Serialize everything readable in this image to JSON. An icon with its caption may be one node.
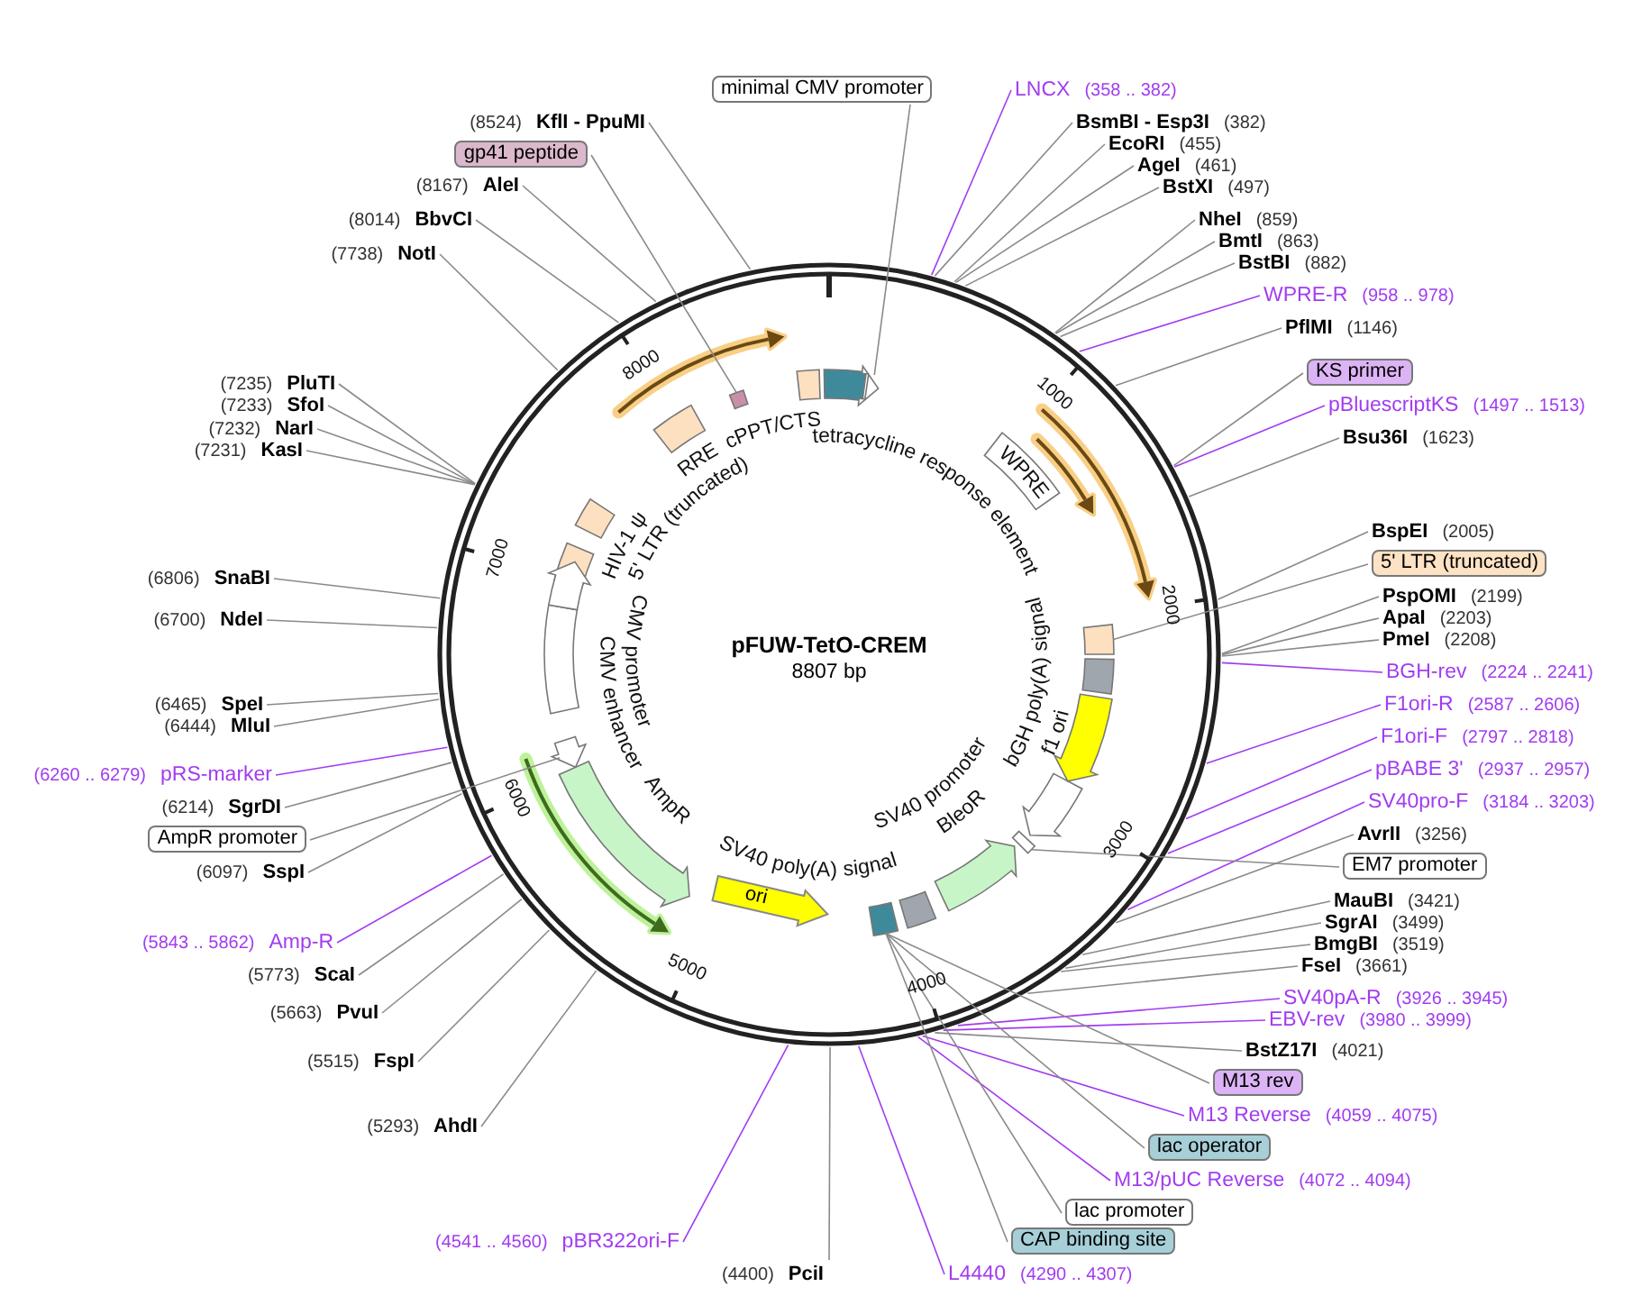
{
  "diagram": {
    "title": "pFUW-TetO-CREM",
    "nodes": [
      {
        "text": [
          "(8524)",
          "KflI - PpuMI"
        ]
      },
      {
        "text": [
          "gp41 peptide"
        ]
      },
      {
        "text": [
          "(8167)",
          "AleI"
        ]
      },
      {
        "text": [
          "(8014)",
          "BbvCI"
        ]
      },
      {
        "text": [
          "(7738)",
          "NotI"
        ]
      },
      {
        "text": [
          "(7235)",
          "PluTI"
        ]
      },
      {
        "text": [
          "(7233)",
          "SfoI"
        ]
      },
      {
        "text": [
          "(7232)",
          "NarI"
        ]
      },
      {
        "text": [
          "(7231)",
          "KasI"
        ]
      },
      {
        "text": [
          "(6806)",
          "SnaBI"
        ]
      },
      {
        "text": [
          "(6700)",
          "NdeI"
        ]
      },
      {
        "text": [
          "(6465)",
          "SpeI"
        ]
      },
      {
        "text": [
          "(6444)",
          "MluI"
        ]
      },
      {
        "text": [
          "(6260 .. 6279)",
          "pRS-marker"
        ]
      },
      {
        "text": [
          "(6214)",
          "SgrDI"
        ]
      },
      {
        "text": [
          "AmpR promoter"
        ]
      },
      {
        "text": [
          "(6097)",
          "SspI"
        ]
      },
      {
        "text": [
          "(5843 .. 5862)",
          "Amp-R"
        ]
      },
      {
        "text": [
          "(5773)",
          "ScaI"
        ]
      },
      {
        "text": [
          "(5663)",
          "PvuI"
        ]
      },
      {
        "text": [
          "(5515)",
          "FspI"
        ]
      },
      {
        "text": [
          "(5293)",
          "AhdI"
        ]
      },
      {
        "text": [
          "(4541 .. 4560)",
          "pBR322ori-F"
        ]
      },
      {
        "text": [
          "(4400)",
          "PciI"
        ]
      },
      {
        "text": [
          "L4440",
          "(4290 .. 4307)"
        ]
      },
      {
        "text": [
          "minimal CMV promoter"
        ]
      },
      {
        "text": [
          "LNCX",
          "(358 .. 382)"
        ]
      },
      {
        "text": [
          "BsmBI - Esp3I",
          "(382)"
        ]
      },
      {
        "text": [
          "EcoRI",
          "(455)"
        ]
      },
      {
        "text": [
          "AgeI",
          "(461)"
        ]
      },
      {
        "text": [
          "BstXI",
          "(497)"
        ]
      },
      {
        "text": [
          "NheI",
          "(859)"
        ]
      },
      {
        "text": [
          "BmtI",
          "(863)"
        ]
      },
      {
        "text": [
          "BstBI",
          "(882)"
        ]
      },
      {
        "text": [
          "WPRE-R",
          "(958 .. 978)"
        ]
      },
      {
        "text": [
          "PflMI",
          "(1146)"
        ]
      },
      {
        "text": [
          "KS primer"
        ]
      },
      {
        "text": [
          "pBluescriptKS",
          "(1497 .. 1513)"
        ]
      },
      {
        "text": [
          "Bsu36I",
          "(1623)"
        ]
      },
      {
        "text": [
          "BspEI",
          "(2005)"
        ]
      },
      {
        "text": [
          "5' LTR (truncated)"
        ]
      },
      {
        "text": [
          "PspOMI",
          "(2199)"
        ]
      },
      {
        "text": [
          "ApaI",
          "(2203)"
        ]
      },
      {
        "text": [
          "PmeI",
          "(2208)"
        ]
      },
      {
        "text": [
          "BGH-rev",
          "(2224 .. 2241)"
        ]
      },
      {
        "text": [
          "F1ori-R",
          "(2587 .. 2606)"
        ]
      },
      {
        "text": [
          "F1ori-F",
          "(2797 .. 2818)"
        ]
      },
      {
        "text": [
          "pBABE 3'",
          "(2937 .. 2957)"
        ]
      },
      {
        "text": [
          "SV40pro-F",
          "(3184 .. 3203)"
        ]
      },
      {
        "text": [
          "AvrII",
          "(3256)"
        ]
      },
      {
        "text": [
          "EM7 promoter"
        ]
      },
      {
        "text": [
          "MauBI",
          "(3421)"
        ]
      },
      {
        "text": [
          "SgrAI",
          "(3499)"
        ]
      },
      {
        "text": [
          "BmgBI",
          "(3519)"
        ]
      },
      {
        "text": [
          "FseI",
          "(3661)"
        ]
      },
      {
        "text": [
          "SV40pA-R",
          "(3926 .. 3945)"
        ]
      },
      {
        "text": [
          "EBV-rev",
          "(3980 .. 3999)"
        ]
      },
      {
        "text": [
          "BstZ17I",
          "(4021)"
        ]
      },
      {
        "text": [
          "M13 rev"
        ]
      },
      {
        "text": [
          "M13 Reverse",
          "(4059 .. 4075)"
        ]
      },
      {
        "text": [
          "lac operator"
        ]
      },
      {
        "text": [
          "M13/pUC Reverse",
          "(4072 .. 4094)"
        ]
      },
      {
        "text": [
          "lac promoter"
        ]
      },
      {
        "text": [
          "CAP binding site"
        ]
      },
      {
        "text": [
          "ori"
        ]
      },
      {
        "text": [],
        "shape": "box"
      },
      {
        "text": [],
        "shape": "arrow"
      },
      {
        "text": [],
        "shape": "arrow"
      },
      {
        "text": [],
        "shape": "box"
      },
      {
        "text": [],
        "shape": "box"
      },
      {
        "text": [],
        "shape": "box"
      }
    ],
    "edges": [
      {
        "from": 0,
        "to": null,
        "arrow": "none"
      },
      {
        "from": 1,
        "to": 65,
        "arrow": "none"
      },
      {
        "from": 2,
        "to": null,
        "arrow": "none"
      },
      {
        "from": 3,
        "to": null,
        "arrow": "none"
      },
      {
        "from": 4,
        "to": null,
        "arrow": "none"
      },
      {
        "from": 5,
        "to": null,
        "arrow": "none"
      },
      {
        "from": 6,
        "to": null,
        "arrow": "none"
      },
      {
        "from": 7,
        "to": null,
        "arrow": "none"
      },
      {
        "from": 8,
        "to": null,
        "arrow": "none"
      },
      {
        "from": 9,
        "to": null,
        "arrow": "none"
      },
      {
        "from": 10,
        "to": null,
        "arrow": "none"
      },
      {
        "from": 11,
        "to": null,
        "arrow": "none"
      },
      {
        "from": 12,
        "to": null,
        "arrow": "none"
      },
      {
        "from": 13,
        "to": null,
        "arrow": "none",
        "color": "#a23cf0"
      },
      {
        "from": 14,
        "to": null,
        "arrow": "none"
      },
      {
        "from": 15,
        "to": 66,
        "arrow": "none"
      },
      {
        "from": 16,
        "to": null,
        "arrow": "none"
      },
      {
        "from": 17,
        "to": null,
        "arrow": "none",
        "color": "#a23cf0"
      },
      {
        "from": 18,
        "to": null,
        "arrow": "none"
      },
      {
        "from": 19,
        "to": null,
        "arrow": "none"
      },
      {
        "from": 20,
        "to": null,
        "arrow": "none"
      },
      {
        "from": 21,
        "to": null,
        "arrow": "none"
      },
      {
        "from": 22,
        "to": null,
        "arrow": "none",
        "color": "#a23cf0"
      },
      {
        "from": 23,
        "to": null,
        "arrow": "none"
      },
      {
        "from": 24,
        "to": null,
        "arrow": "none",
        "color": "#a23cf0"
      },
      {
        "from": 25,
        "to": 67,
        "arrow": "none"
      },
      {
        "from": 26,
        "to": null,
        "arrow": "none",
        "color": "#a23cf0"
      },
      {
        "from": 27,
        "to": null,
        "arrow": "none"
      },
      {
        "from": 28,
        "to": null,
        "arrow": "none"
      },
      {
        "from": 29,
        "to": null,
        "arrow": "none"
      },
      {
        "from": 30,
        "to": null,
        "arrow": "none"
      },
      {
        "from": 31,
        "to": null,
        "arrow": "none"
      },
      {
        "from": 32,
        "to": null,
        "arrow": "none"
      },
      {
        "from": 33,
        "to": null,
        "arrow": "none"
      },
      {
        "from": 34,
        "to": null,
        "arrow": "none",
        "color": "#a23cf0"
      },
      {
        "from": 35,
        "to": null,
        "arrow": "none"
      },
      {
        "from": 36,
        "to": null,
        "arrow": "none"
      },
      {
        "from": 37,
        "to": null,
        "arrow": "none",
        "color": "#a23cf0"
      },
      {
        "from": 38,
        "to": null,
        "arrow": "none"
      },
      {
        "from": 39,
        "to": null,
        "arrow": "none"
      },
      {
        "from": 40,
        "to": 68,
        "arrow": "none"
      },
      {
        "from": 41,
        "to": null,
        "arrow": "none"
      },
      {
        "from": 42,
        "to": null,
        "arrow": "none"
      },
      {
        "from": 43,
        "to": null,
        "arrow": "none"
      },
      {
        "from": 44,
        "to": null,
        "arrow": "none",
        "color": "#a23cf0"
      },
      {
        "from": 45,
        "to": null,
        "arrow": "none",
        "color": "#a23cf0"
      },
      {
        "from": 46,
        "to": null,
        "arrow": "none",
        "color": "#a23cf0"
      },
      {
        "from": 47,
        "to": null,
        "arrow": "none",
        "color": "#a23cf0"
      },
      {
        "from": 48,
        "to": null,
        "arrow": "none",
        "color": "#a23cf0"
      },
      {
        "from": 49,
        "to": null,
        "arrow": "none"
      },
      {
        "from": 50,
        "to": 69,
        "arrow": "none"
      },
      {
        "from": 51,
        "to": null,
        "arrow": "none"
      },
      {
        "from": 52,
        "to": null,
        "arrow": "none"
      },
      {
        "from": 53,
        "to": null,
        "arrow": "none"
      },
      {
        "from": 54,
        "to": null,
        "arrow": "none"
      },
      {
        "from": 55,
        "to": null,
        "arrow": "none",
        "color": "#a23cf0"
      },
      {
        "from": 56,
        "to": null,
        "arrow": "none",
        "color": "#a23cf0"
      },
      {
        "from": 57,
        "to": null,
        "arrow": "none"
      },
      {
        "from": 58,
        "to": 70,
        "arrow": "none"
      },
      {
        "from": 59,
        "to": null,
        "arrow": "none",
        "color": "#a23cf0"
      },
      {
        "from": 60,
        "to": 70,
        "arrow": "none"
      },
      {
        "from": 61,
        "to": null,
        "arrow": "none",
        "color": "#a23cf0"
      },
      {
        "from": 62,
        "to": 70,
        "arrow": "none"
      },
      {
        "from": 63,
        "to": 70,
        "arrow": "none"
      }
    ],
    "labels": [
      "8807 bp",
      "cPPT/CTS",
      "tetracycline response element",
      "RRE",
      "HIV-1 ψ",
      "5' LTR (truncated)",
      "WPRE",
      "CMV promoter",
      "CMV enhancer",
      "bGH poly(A) signal",
      "f1 ori",
      "AmpR",
      "SV40 promoter",
      "BleoR",
      "SV40 poly(A) signal",
      "1000",
      "2000",
      "3000",
      "4000",
      "5000",
      "6000",
      "7000",
      "8000"
    ]
  }
}
